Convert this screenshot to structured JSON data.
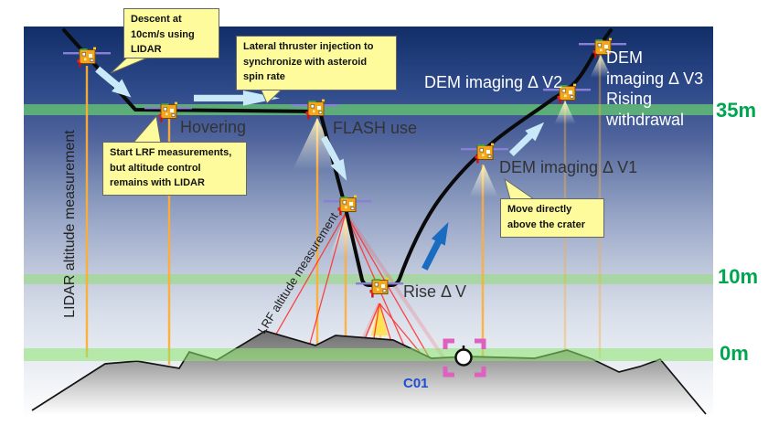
{
  "callouts": {
    "descent": {
      "text": "Descent at\n10cm/s using\nLIDAR"
    },
    "lateral": {
      "text": "Lateral thruster injection to\nsynchronize with asteroid\nspin rate"
    },
    "start_lrf": {
      "text": "Start LRF measurements,\nbut altitude control\nremains with LIDAR"
    },
    "move_crater": {
      "text": "Move directly\nabove the crater"
    }
  },
  "labels": {
    "hovering": "Hovering",
    "flash_use": "FLASH use",
    "rise_dv": "Rise Δ V",
    "dem_v1": "DEM imaging Δ V1",
    "dem_v2": "DEM imaging Δ V2",
    "dem_v3": "DEM\nimaging Δ V3\nRising\nwithdrawal",
    "lidar_measurement": "LIDAR altitude measurement",
    "lrf_measurement": "LRF altitude measurement",
    "crater_id": "C01"
  },
  "altitudes": [
    {
      "label": "35m"
    },
    {
      "label": "10m"
    },
    {
      "label": "0m"
    }
  ],
  "colors": {
    "sky_top": "#122e68",
    "altitude_green": "#00A64F",
    "band_green": "#8CE66E",
    "callout_yellow": "#FDFB9C",
    "trajectory_black": "#0a0a0a",
    "lidar_beam_orange": "#FFAD33",
    "lrf_beam_red": "#FF3333",
    "spacecraft_orange": "#F2A71B",
    "solar_panel_purple": "#8A7FD8",
    "crater_marker_pink": "#E060C0",
    "arrow_light_blue": "#C9E9F8",
    "arrow_dark_blue": "#1A6CC0",
    "crater_label_blue": "#1F4FD0"
  }
}
